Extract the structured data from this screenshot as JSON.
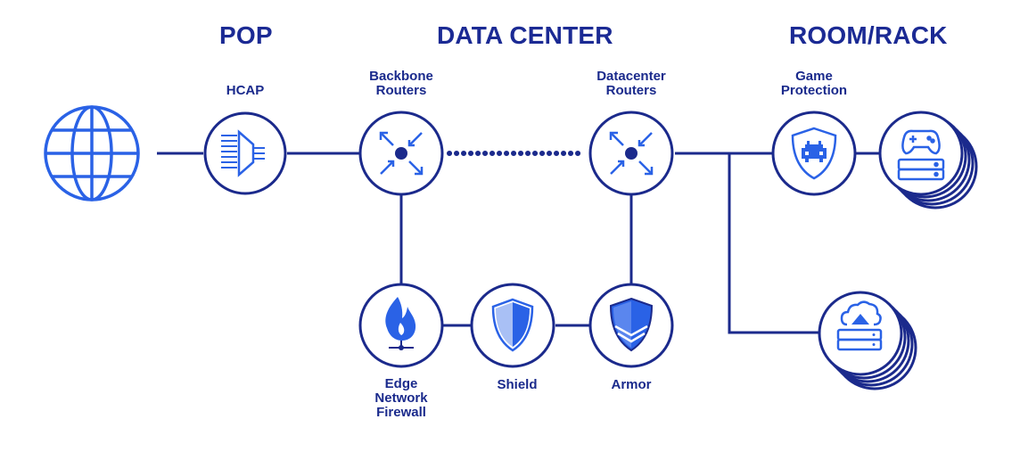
{
  "sections": {
    "pop": "POP",
    "data_center": "DATA CENTER",
    "room_rack": "ROOM/RACK"
  },
  "nodes": {
    "internet": {
      "icon": "globe-icon"
    },
    "hcap": {
      "label": "HCAP",
      "icon": "hcap-funnel-icon"
    },
    "backbone": {
      "label": "Backbone\nRouters",
      "icon": "router-icon"
    },
    "datacenter": {
      "label": "Datacenter\nRouters",
      "icon": "router-icon"
    },
    "game_protection": {
      "label": "Game\nProtection",
      "icon": "space-invader-shield-icon"
    },
    "game_servers": {
      "icon": "gamepad-server-icon"
    },
    "cloud_servers": {
      "icon": "cloud-upload-server-icon"
    },
    "edge_firewall": {
      "label": "Edge\nNetwork\nFirewall",
      "icon": "flame-network-icon"
    },
    "shield": {
      "label": "Shield",
      "icon": "shield-icon"
    },
    "armor": {
      "label": "Armor",
      "icon": "armor-shield-icon"
    }
  },
  "colors": {
    "brand_blue": "#2a62e6",
    "navy": "#1b2a94",
    "line": "#1b2a8c",
    "bg": "#ffffff"
  }
}
